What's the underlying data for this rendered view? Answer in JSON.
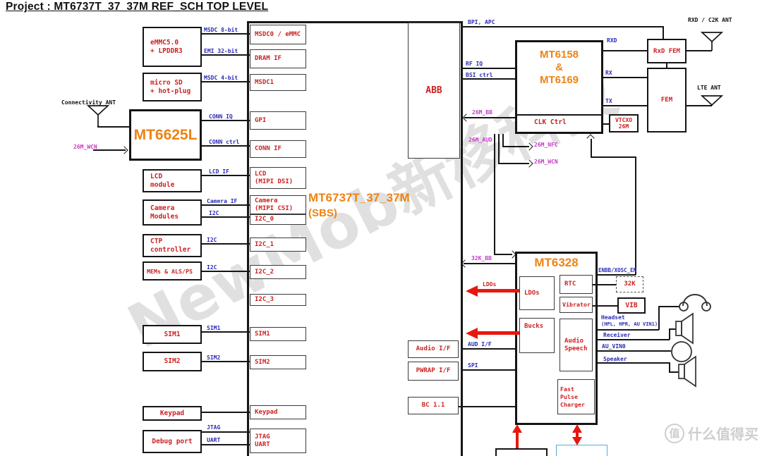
{
  "title": "Project : MT6737T_37_37M REF_SCH TOP LEVEL",
  "colors": {
    "accent_orange": "#ef8312",
    "block_red": "#cc2222",
    "signal_blue": "#2a2ab8",
    "signal_magenta": "#c63bc6",
    "arrow_red": "#e8170d"
  },
  "watermark": {
    "diagonal": "NewMob新移科技",
    "badge": "值",
    "site": "什么值得买"
  },
  "antennas": {
    "connectivity": "Connectivity ANT",
    "c2k": "RXD / C2K ANT",
    "lte": "LTE ANT"
  },
  "peripherals": {
    "emmc_l1": "eMMC5.0",
    "emmc_l2": "+ LPDDR3",
    "sd_l1": "micro SD",
    "sd_l2": "+ hot-plug",
    "wcn_chip": "MT6625L",
    "lcd_l1": "LCD",
    "lcd_l2": "module",
    "cam_l1": "Camera",
    "cam_l2": "Modules",
    "ctp_l1": "CTP",
    "ctp_l2": "controller",
    "mems": "MEMs & ALS/PS",
    "sim1": "SIM1",
    "sim2": "SIM2",
    "keypad": "Keypad",
    "debug": "Debug port"
  },
  "buses": {
    "msdc8": "MSDC 8-bit",
    "emi32": "EMI 32-bit",
    "msdc4": "MSDC 4-bit",
    "conn_iq": "CONN IQ",
    "conn_ctrl": "CONN ctrl",
    "lcd_if": "LCD IF",
    "cam_if": "Camera IF",
    "i2c_cam": "I2C",
    "i2c_ctp": "I2C",
    "i2c_mems": "I2C",
    "sim1": "SIM1",
    "sim2": "SIM2",
    "jtag": "JTAG",
    "uart": "UART",
    "wcn_26m": "26M_WCN"
  },
  "soc": {
    "name": "MT6737T_37_37M",
    "pkg": "(SBS)",
    "abb": "ABB",
    "ports": {
      "msdc0": "MSDC0 / eMMC",
      "dram": "DRAM IF",
      "msdc1": "MSDC1",
      "gpi": "GPI",
      "conn_if": "CONN IF",
      "lcd_l1": "LCD",
      "lcd_l2": "(MIPI DSI)",
      "cam_l1": "Camera",
      "cam_l2": "(MIPI CSI)",
      "i2c0": "I2C_0",
      "i2c1": "I2C_1",
      "i2c2": "I2C_2",
      "i2c3": "I2C_3",
      "sim1": "SIM1",
      "sim2": "SIM2",
      "keypad": "Keypad",
      "jtag_l1": "JTAG",
      "jtag_l2": "UART"
    }
  },
  "rf": {
    "xcvr_l1": "MT6158",
    "xcvr_l2": "&",
    "xcvr_l3": "MT6169",
    "clk": "CLK Ctrl",
    "vtcxo_l1": "VTCXO",
    "vtcxo_l2": "26M",
    "rxd_fem": "RxD FEM",
    "fem": "FEM"
  },
  "pmic": {
    "name": "MT6328",
    "ldos": "LDOs",
    "rtc": "RTC",
    "vibrator": "Vibrator",
    "bucks": "Bucks",
    "audio_l1": "Audio",
    "audio_l2": "Speech",
    "charger_l1": "Fast Pulse",
    "charger_l2": "Charger",
    "x32k": "32K",
    "vib": "VIB"
  },
  "io": {
    "audio_if": "Audio I/F",
    "pwrap_if": "PWRAP I/F",
    "bc11": "BC 1.1"
  },
  "signals": {
    "bpi_apc": "BPI, APC",
    "rf_iq": "RF IQ",
    "bsi_ctrl": "BSI ctrl",
    "bb_26m": "26M_BB",
    "aud_26m": "26M_AUD",
    "nfc_26m": "26M_NFC",
    "wcn_26m": "26M_WCN",
    "bb_32k": "32K_BB",
    "enbb": "ENBB/XOSC_EN",
    "rxd": "RXD",
    "rx": "RX",
    "tx": "TX",
    "aud_if": "AUD I/F",
    "spi": "SPI",
    "ldos_out": "LDOs",
    "headset_l1": "Headset",
    "headset_l2": "(HPL, HPR, AU VIN1)",
    "receiver": "Receiver",
    "au_vin0": "AU_VIN0",
    "speaker": "Speaker"
  }
}
